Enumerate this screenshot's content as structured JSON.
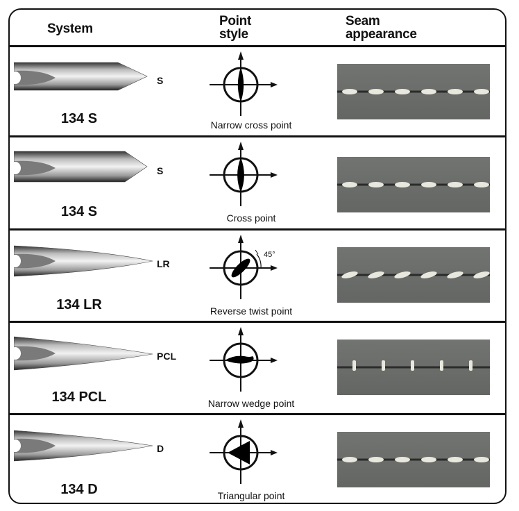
{
  "header": {
    "system": "System",
    "point_style_line1": "Point",
    "point_style_line2": "style",
    "seam_line1": "Seam",
    "seam_line2": "appearance"
  },
  "rows": [
    {
      "code": "S",
      "system": "134 S",
      "point_name": "Narrow cross point",
      "symbol": "narrow-cross",
      "seam": "twisted-stitch"
    },
    {
      "code": "S",
      "system": "134 S",
      "point_name": "Cross point",
      "symbol": "cross",
      "seam": "twisted-stitch"
    },
    {
      "code": "LR",
      "system": "134 LR",
      "point_name": "Reverse twist point",
      "symbol": "reverse-twist",
      "angle_label": "45°",
      "seam": "slanted-stitch"
    },
    {
      "code": "PCL",
      "system": "134 PCL",
      "point_name": "Narrow wedge point",
      "symbol": "narrow-wedge",
      "seam": "straight-stitch"
    },
    {
      "code": "D",
      "system": "134 D",
      "point_name": "Triangular point",
      "symbol": "triangular",
      "seam": "twisted-stitch"
    }
  ],
  "colors": {
    "leather": "#6b6d6b",
    "thread": "#e8e8de",
    "line": "#111111"
  }
}
